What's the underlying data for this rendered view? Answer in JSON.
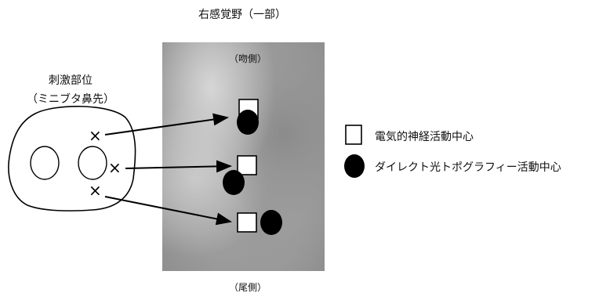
{
  "title": "右感覚野（一部）",
  "stimulus": {
    "title": "刺激部位",
    "subtitle": "（ミニブタ鼻先）"
  },
  "photo": {
    "top_label": "（吻側）",
    "bottom_label": "（尾側）"
  },
  "legend": [
    {
      "symbol": "open-square",
      "label": "電気的神経活動中心"
    },
    {
      "symbol": "filled-circle",
      "label": "ダイレクト光トポグラフィー活動中心"
    }
  ],
  "markers": {
    "stimulus_marker_glyph": "×"
  }
}
